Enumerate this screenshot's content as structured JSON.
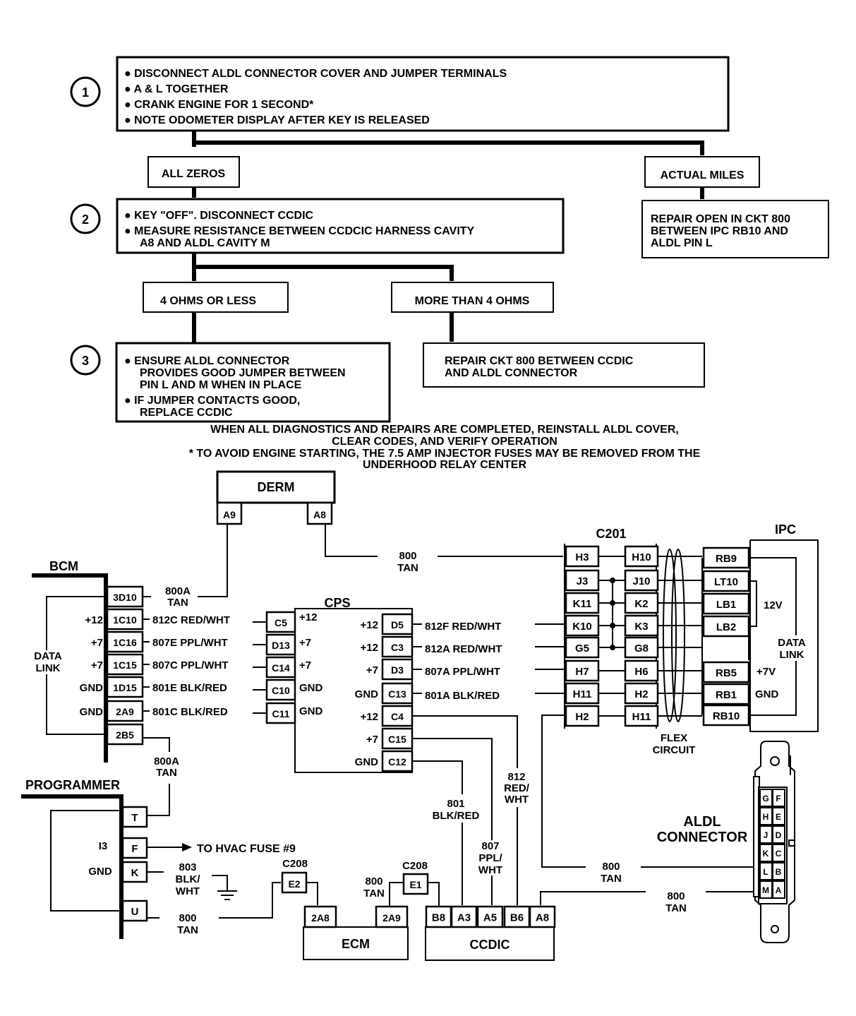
{
  "flowchart": {
    "step1": {
      "number": "1",
      "lines": [
        "● DISCONNECT ALDL CONNECTOR COVER AND JUMPER TERMINALS",
        "● A & L TOGETHER",
        "● CRANK ENGINE FOR 1 SECOND*",
        "● NOTE ODOMETER DISPLAY AFTER KEY IS RELEASED"
      ]
    },
    "result_all_zeros": "ALL ZEROS",
    "result_actual_miles": "ACTUAL MILES",
    "repair_open": [
      "REPAIR OPEN IN CKT 800",
      "BETWEEN IPC RB10 AND",
      "ALDL PIN L"
    ],
    "step2": {
      "number": "2",
      "lines": [
        "● KEY \"OFF\". DISCONNECT CCDIC",
        "● MEASURE RESISTANCE BETWEEN CCDCIC HARNESS CAVITY",
        "A8 AND ALDL CAVITY M"
      ]
    },
    "result_4_or_less": "4 OHMS OR LESS",
    "result_more_4": "MORE THAN 4 OHMS",
    "repair_ckt800": [
      "REPAIR CKT 800 BETWEEN CCDIC",
      "AND ALDL CONNECTOR"
    ],
    "step3": {
      "number": "3",
      "lines": [
        "● ENSURE ALDL CONNECTOR",
        "PROVIDES GOOD JUMPER BETWEEN",
        "PIN L AND M WHEN IN PLACE",
        "● IF JUMPER CONTACTS GOOD,",
        "REPLACE CCDIC"
      ]
    },
    "notes": [
      "WHEN ALL DIAGNOSTICS AND REPAIRS ARE COMPLETED, REINSTALL ALDL COVER,",
      "CLEAR CODES, AND VERIFY OPERATION",
      "* TO AVOID ENGINE STARTING, THE 7.5 AMP INJECTOR FUSES MAY BE REMOVED FROM THE",
      "UNDERHOOD RELAY CENTER"
    ]
  },
  "wiring": {
    "derm": {
      "title": "DERM",
      "pins": [
        "A9",
        "A8"
      ]
    },
    "wire_800_tan_top": [
      "800",
      "TAN"
    ],
    "bcm": {
      "title": "BCM",
      "data_link": [
        "DATA",
        "LINK"
      ],
      "pins": [
        "3D10",
        "1C10",
        "1C16",
        "1C15",
        "1D15",
        "2A9",
        "2B5"
      ],
      "labels": [
        "",
        "+12",
        "+7",
        "+7",
        "GND",
        "GND",
        ""
      ],
      "wires": [
        "812C RED/WHT",
        "807E PPL/WHT",
        "807C PPL/WHT",
        "801E BLK/RED",
        "801C BLK/RED"
      ],
      "wire_800a": [
        "800A",
        "TAN"
      ]
    },
    "cps": {
      "title": "CPS",
      "left_pins": [
        "C5",
        "D13",
        "C14",
        "C10",
        "C11"
      ],
      "left_labels": [
        "+12",
        "+7",
        "+7",
        "GND",
        "GND"
      ],
      "right_pins": [
        "D5",
        "C3",
        "D3",
        "C13",
        "C4",
        "C15",
        "C12"
      ],
      "right_labels": [
        "+12",
        "+12",
        "+7",
        "GND",
        "+12",
        "+7",
        "GND"
      ],
      "right_wires": [
        "812F RED/WHT",
        "812A RED/WHT",
        "807A PPL/WHT",
        "801A BLK/RED"
      ]
    },
    "c201": {
      "title": "C201",
      "left_pins": [
        "H3",
        "J3",
        "K11",
        "K10",
        "G5",
        "H7",
        "H11",
        "H2"
      ],
      "right_pins": [
        "H10",
        "J10",
        "K2",
        "K3",
        "G8",
        "H6",
        "H2",
        "H11"
      ]
    },
    "ipc": {
      "title": "IPC",
      "pins": [
        "RB9",
        "LT10",
        "LB1",
        "LB2",
        "RB5",
        "RB1",
        "RB10"
      ],
      "label_12v": "12V",
      "data_link": [
        "DATA",
        "LINK"
      ],
      "label_7v": "+7V",
      "label_gnd": "GND"
    },
    "flex_circuit": [
      "FLEX",
      "CIRCUIT"
    ],
    "programmer": {
      "title": "PROGRAMMER",
      "pins": [
        "T",
        "F",
        "K",
        "U"
      ],
      "label_i3": "I3",
      "label_gnd": "GND",
      "wire_800a": [
        "800A",
        "TAN"
      ],
      "to_hvac": "TO HVAC FUSE #9",
      "wire_803": [
        "803",
        "BLK/",
        "WHT"
      ],
      "wire_800": [
        "800",
        "TAN"
      ]
    },
    "c208_left": {
      "title": "C208",
      "pin": "E2"
    },
    "c208_right": {
      "title": "C208",
      "pin": "E1"
    },
    "ecm": {
      "title": "ECM",
      "pins": [
        "2A8",
        "2A9"
      ],
      "wire_800": [
        "800",
        "TAN"
      ]
    },
    "ccdic": {
      "title": "CCDIC",
      "pins": [
        "B8",
        "A3",
        "A5",
        "B6",
        "A8"
      ]
    },
    "wire_801": [
      "801",
      "BLK/RED"
    ],
    "wire_807": [
      "807",
      "PPL/",
      "WHT"
    ],
    "wire_812": [
      "812",
      "RED/",
      "WHT"
    ],
    "wire_800_c201": [
      "800",
      "TAN"
    ],
    "wire_800_ccdic": [
      "800",
      "TAN"
    ],
    "aldl": {
      "title": [
        "ALDL",
        "CONNECTOR"
      ],
      "left_cavities": [
        "G",
        "H",
        "J",
        "K",
        "L",
        "M"
      ],
      "right_cavities": [
        "F",
        "E",
        "D",
        "C",
        "B",
        "A"
      ]
    }
  }
}
